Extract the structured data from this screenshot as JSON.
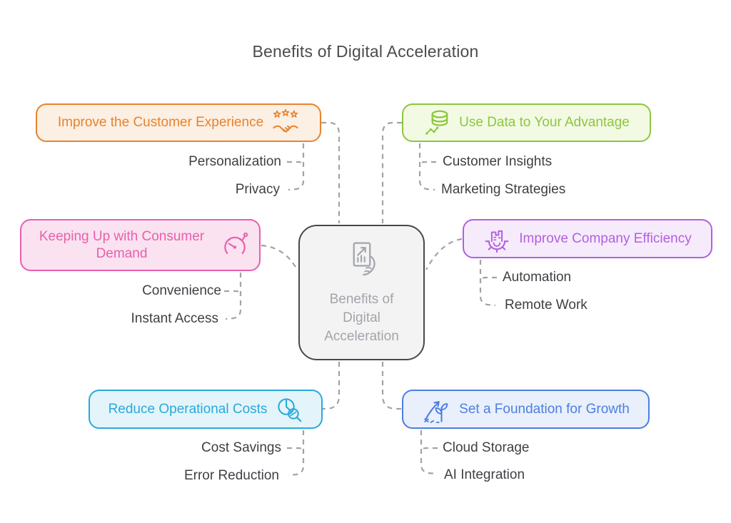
{
  "title": "Benefits of Digital Acceleration",
  "center": {
    "label": "Benefits of Digital Acceleration",
    "icon": "document-growth-chart-hand-icon"
  },
  "colors": {
    "connector": "#a3a3a3",
    "title": "#4b4b4b",
    "subitem": "#3f4045",
    "center_border": "#46484d",
    "center_fill": "#f3f3f4",
    "center_text": "#a2a5aa"
  },
  "branches": [
    {
      "id": "improve-customer-experience",
      "label": "Improve the Customer Experience",
      "icon": "handshake-stars-icon",
      "icon_side": "right",
      "color": "#e7832e",
      "fill": "#fcefe3",
      "children": [
        "Personalization",
        "Privacy"
      ]
    },
    {
      "id": "use-data-to-your-advantage",
      "label": "Use Data to Your Advantage",
      "icon": "database-network-icon",
      "icon_side": "left",
      "color": "#8cc63f",
      "fill": "#f3fae3",
      "children": [
        "Customer Insights",
        "Marketing Strategies"
      ]
    },
    {
      "id": "keeping-up-with-consumer-demand",
      "label": "Keeping Up with Consumer Demand",
      "icon": "speedometer-icon",
      "icon_side": "right",
      "color": "#e760ac",
      "fill": "#fae2f0",
      "children": [
        "Convenience",
        "Instant Access"
      ]
    },
    {
      "id": "improve-company-efficiency",
      "label": "Improve Company Efficiency",
      "icon": "factory-gear-icon",
      "icon_side": "left",
      "color": "#b35fe0",
      "fill": "#f6ebfb",
      "children": [
        "Automation",
        "Remote Work"
      ]
    },
    {
      "id": "reduce-operational-costs",
      "label": "Reduce Operational Costs",
      "icon": "pie-chart-magnifier-icon",
      "icon_side": "right",
      "color": "#2aa9db",
      "fill": "#e3f5fb",
      "children": [
        "Cost Savings",
        "Error Reduction"
      ]
    },
    {
      "id": "set-a-foundation-for-growth",
      "label": "Set a Foundation for Growth",
      "icon": "plant-growth-arrow-icon",
      "icon_side": "left",
      "color": "#4d7ee0",
      "fill": "#e9f0fb",
      "children": [
        "Cloud Storage",
        "AI Integration"
      ]
    }
  ]
}
